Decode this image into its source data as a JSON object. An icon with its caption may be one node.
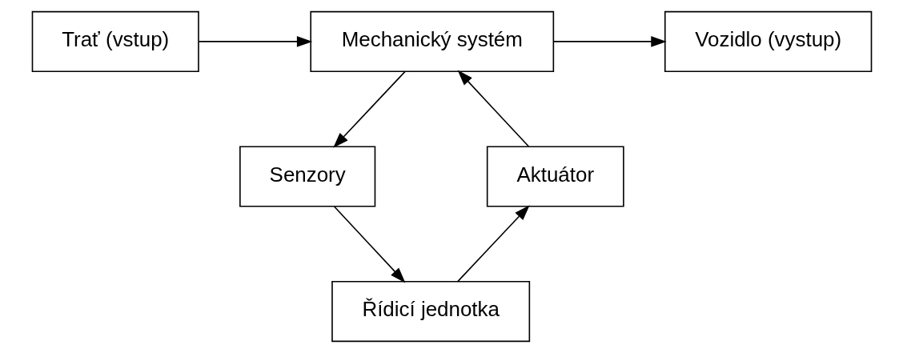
{
  "diagram": {
    "nodes": [
      {
        "text": [
          "Trať (vstup)"
        ]
      },
      {
        "text": [
          "Mechanický systém"
        ]
      },
      {
        "text": [
          "Vozidlo (vystup)"
        ]
      },
      {
        "text": [
          "Aktuátor"
        ]
      },
      {
        "text": [
          "Senzory"
        ]
      },
      {
        "text": [
          "Řídicí jednotka"
        ]
      }
    ],
    "edges": [
      {
        "from": 0,
        "to": 1,
        "arrow": "to"
      },
      {
        "from": 1,
        "to": 2,
        "arrow": "to"
      },
      {
        "from": 1,
        "to": 4,
        "arrow": "to"
      },
      {
        "from": 4,
        "to": 5,
        "arrow": "to"
      },
      {
        "from": 5,
        "to": 3,
        "arrow": "to"
      },
      {
        "from": 3,
        "to": 1,
        "arrow": "to"
      }
    ]
  }
}
